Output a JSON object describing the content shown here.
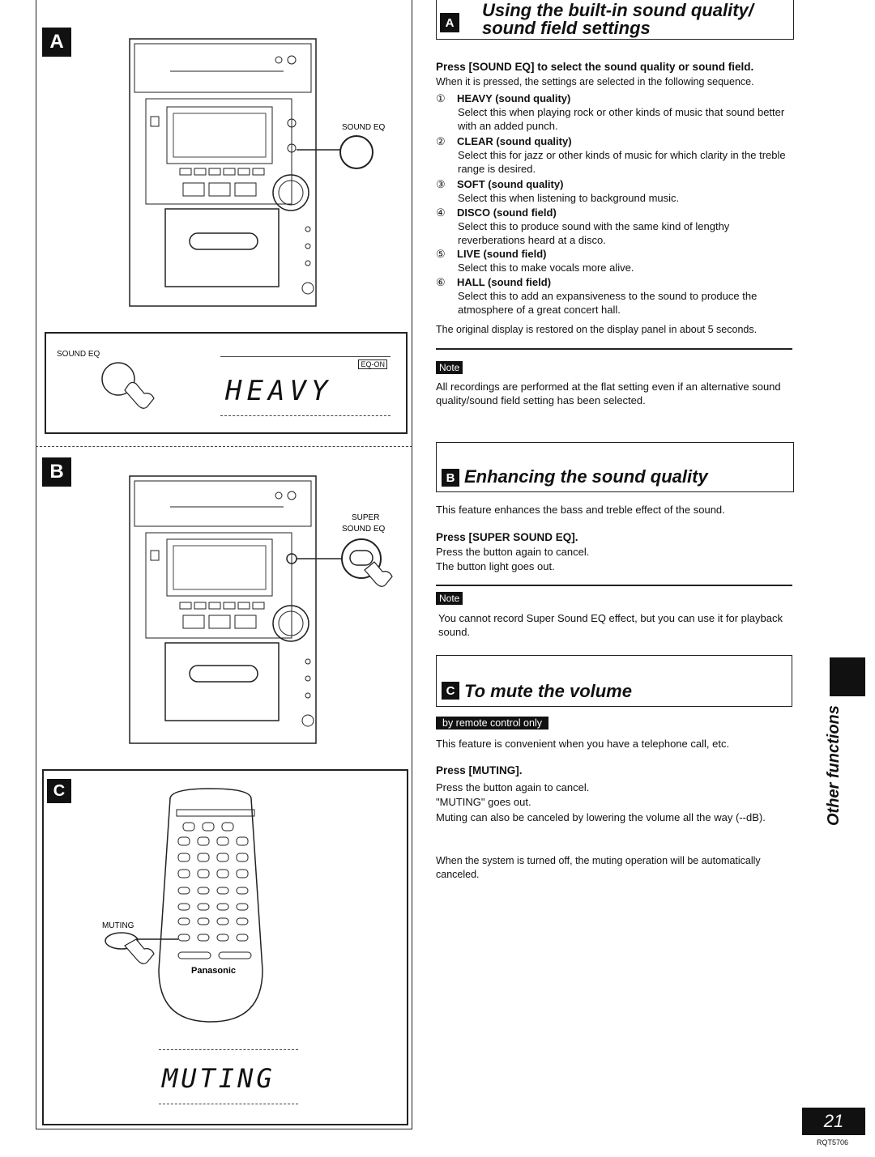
{
  "letters": {
    "a": "A",
    "b": "B",
    "c": "C"
  },
  "sectionA": {
    "badge": "A",
    "title_line1": "Using the built-in sound quality/",
    "title_line2": "sound field settings",
    "intro_bold": "Press [SOUND EQ] to select the sound quality or sound field.",
    "intro": "When it is pressed, the settings are selected in the following sequence.",
    "items": [
      {
        "num": "①",
        "head": "HEAVY (sound quality)",
        "desc": "Select this when playing rock or other kinds of music that sound better with an added punch."
      },
      {
        "num": "②",
        "head": "CLEAR (sound quality)",
        "desc": "Select this for jazz or other kinds of music for which clarity in the treble range is desired."
      },
      {
        "num": "③",
        "head": "SOFT (sound quality)",
        "desc": "Select this when listening to background music."
      },
      {
        "num": "④",
        "head": "DISCO (sound field)",
        "desc": "Select this to produce sound with the same kind of lengthy reverberations heard at a disco."
      },
      {
        "num": "⑤",
        "head": "LIVE (sound field)",
        "desc": "Select this to make vocals more alive."
      },
      {
        "num": "⑥",
        "head": "HALL (sound field)",
        "desc": "Select this to add an expansiveness to the sound to produce the atmosphere of a great concert hall."
      }
    ],
    "restore": "The original display is restored on the display panel in about 5 seconds.",
    "note_label": "Note",
    "note": "All recordings are performed at the flat setting even if an alternative sound quality/sound field setting has been selected."
  },
  "sectionB": {
    "badge": "B",
    "title": "Enhancing the sound quality",
    "intro": "This feature enhances the bass and treble effect of the sound.",
    "press": "Press [SUPER SOUND EQ].",
    "line1": "Press the button again to cancel.",
    "line2": "The button light goes out.",
    "note_label": "Note",
    "note": "You cannot record Super Sound EQ effect, but you can use it for playback sound."
  },
  "sectionC": {
    "badge": "C",
    "title": "To mute the volume",
    "remote_label": "by remote control only",
    "intro": "This feature is convenient when you have a telephone call, etc.",
    "press": "Press [MUTING].",
    "line1": "Press the button again to cancel.",
    "line2": "\"MUTING\" goes out.",
    "line3": "Muting can also be canceled by lowering the volume all the way (--dB).",
    "line4": "When the system is turned off, the muting operation will be automatically canceled."
  },
  "illustration": {
    "sound_eq_label": "SOUND EQ",
    "sound_eq_label2": "SOUND EQ",
    "super_label": "SUPER",
    "super_label2": "SOUND EQ",
    "eq_on": "EQ-ON",
    "display_heavy": "HEAVY",
    "muting_label": "MUTING",
    "display_muting": "MUTING",
    "brand": "Panasonic"
  },
  "side_label": "Other functions",
  "page_number": "21",
  "doc_code": "RQT5706"
}
